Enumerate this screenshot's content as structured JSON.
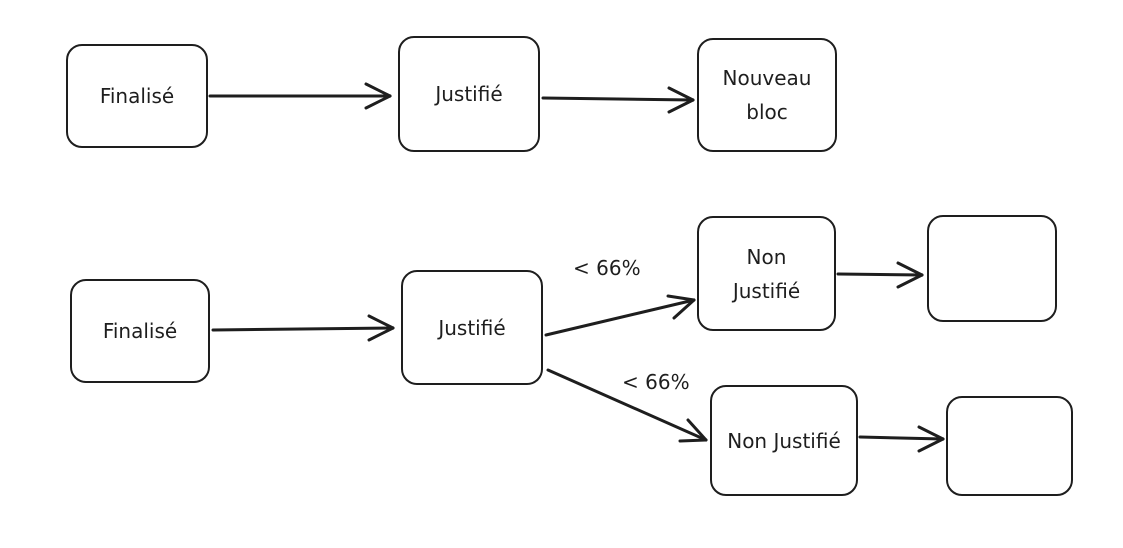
{
  "diagram": {
    "stroke_color": "#1e1e1e",
    "background_color": "#ffffff",
    "nodes": [
      {
        "id": "n1",
        "label": "Finalisé"
      },
      {
        "id": "n2",
        "label": "Justifié"
      },
      {
        "id": "n3",
        "label": "Nouveau\nbloc"
      },
      {
        "id": "n4",
        "label": "Finalisé"
      },
      {
        "id": "n5",
        "label": "Justifié"
      },
      {
        "id": "n6",
        "label": "Non\nJustifié"
      },
      {
        "id": "n7",
        "label": ""
      },
      {
        "id": "n8",
        "label": "Non Justifié"
      },
      {
        "id": "n9",
        "label": ""
      }
    ],
    "edges": [
      {
        "id": "e1",
        "from": "n1",
        "to": "n2",
        "label": ""
      },
      {
        "id": "e2",
        "from": "n2",
        "to": "n3",
        "label": ""
      },
      {
        "id": "e3",
        "from": "n4",
        "to": "n5",
        "label": ""
      },
      {
        "id": "e4",
        "from": "n5",
        "to": "n6",
        "label": "< 66%"
      },
      {
        "id": "e5",
        "from": "n5",
        "to": "n8",
        "label": "< 66%"
      },
      {
        "id": "e6",
        "from": "n6",
        "to": "n7",
        "label": ""
      },
      {
        "id": "e7",
        "from": "n8",
        "to": "n9",
        "label": ""
      }
    ]
  }
}
